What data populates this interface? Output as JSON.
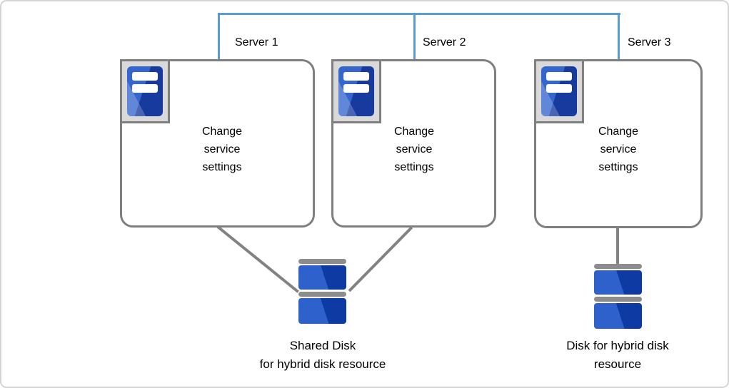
{
  "colors": {
    "interconnect_blue": "#5b9bd5",
    "outline_gray": "#7f7f7f",
    "line_gray": "#828282",
    "icon_frame_gray": "#d9d9d9",
    "server_blue_light": "#3566cd",
    "server_blue_dark": "#173a9f",
    "disk_blue_light": "#2e61cb",
    "disk_blue_dark": "#0d3ba3"
  },
  "servers": [
    {
      "label": "Server 1",
      "body": "Change service settings"
    },
    {
      "label": "Server 2",
      "body": "Change service settings"
    },
    {
      "label": "Server 3",
      "body": "Change service settings"
    }
  ],
  "disks": [
    {
      "label_line1": "Shared Disk",
      "label_line2": "for hybrid disk resource"
    },
    {
      "label_line1": "Disk for hybrid disk",
      "label_line2": "resource"
    }
  ]
}
